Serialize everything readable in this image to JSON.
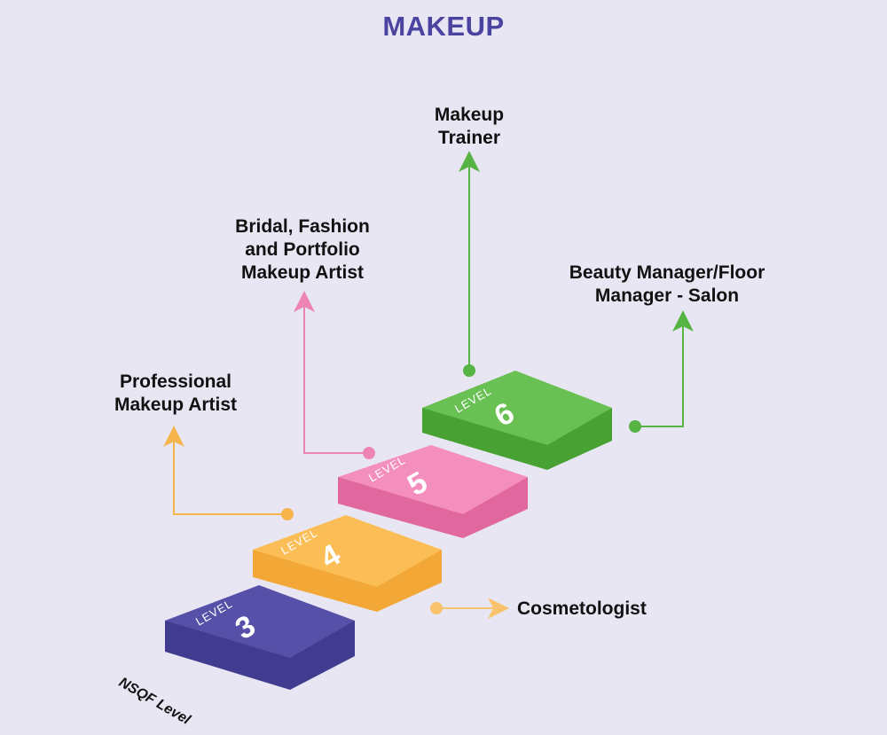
{
  "title": "MAKEUP",
  "axis_label": "NSQF Level",
  "colors": {
    "background": "#e9e6f4",
    "title": "#4b43a0",
    "level3": "#4f4a9f",
    "level4": "#f8b84e",
    "level5": "#ee83b6",
    "level6": "#63b94a"
  },
  "steps": [
    {
      "word": "LEVEL",
      "number": "3"
    },
    {
      "word": "LEVEL",
      "number": "4"
    },
    {
      "word": "LEVEL",
      "number": "5"
    },
    {
      "word": "LEVEL",
      "number": "6"
    }
  ],
  "roles": {
    "professional": [
      "Professional",
      "Makeup Artist"
    ],
    "bridal": [
      "Bridal, Fashion",
      "and Portfolio",
      "Makeup Artist"
    ],
    "trainer": [
      "Makeup",
      "Trainer"
    ],
    "manager": [
      "Beauty Manager/Floor",
      "Manager - Salon"
    ],
    "cosmetologist": [
      "Cosmetologist"
    ]
  }
}
